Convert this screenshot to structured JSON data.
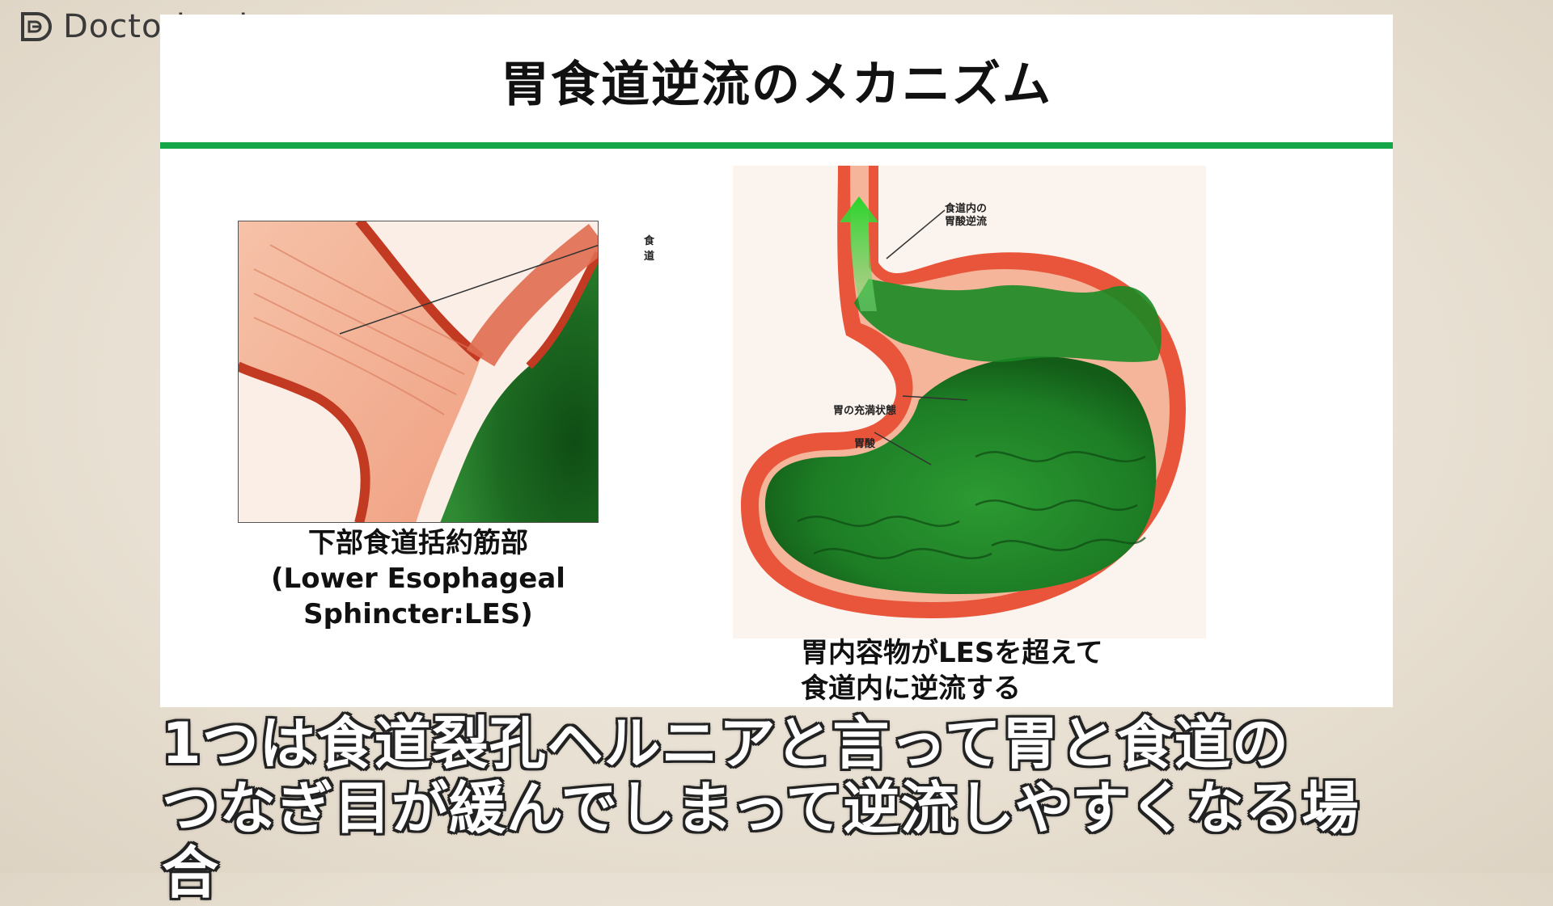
{
  "brand": {
    "name": "Doctorbook"
  },
  "slide": {
    "title": "胃食道逆流のメカニズム",
    "left_figure": {
      "label_esophagus": "食道",
      "caption_line1": "下部食道括約筋部",
      "caption_line2": "(Lower Esophageal",
      "caption_line3": "Sphincter:LES)"
    },
    "right_figure": {
      "label_reflux_line1": "食道内の",
      "label_reflux_line2": "胃酸逆流",
      "label_full": "胃の充満状態",
      "label_acid": "胃酸",
      "caption_line1": "胃内容物がLESを超えて",
      "caption_line2": "食道内に逆流する"
    },
    "colors": {
      "accent_rule": "#15a64a",
      "tissue": "#e9553a",
      "acid": "#1f8a2a"
    }
  },
  "subtitle": {
    "line1": "1つは食道裂孔ヘルニアと言って胃と食道の",
    "line2": "つなぎ目が緩んでしまって逆流しやすくなる場合"
  }
}
